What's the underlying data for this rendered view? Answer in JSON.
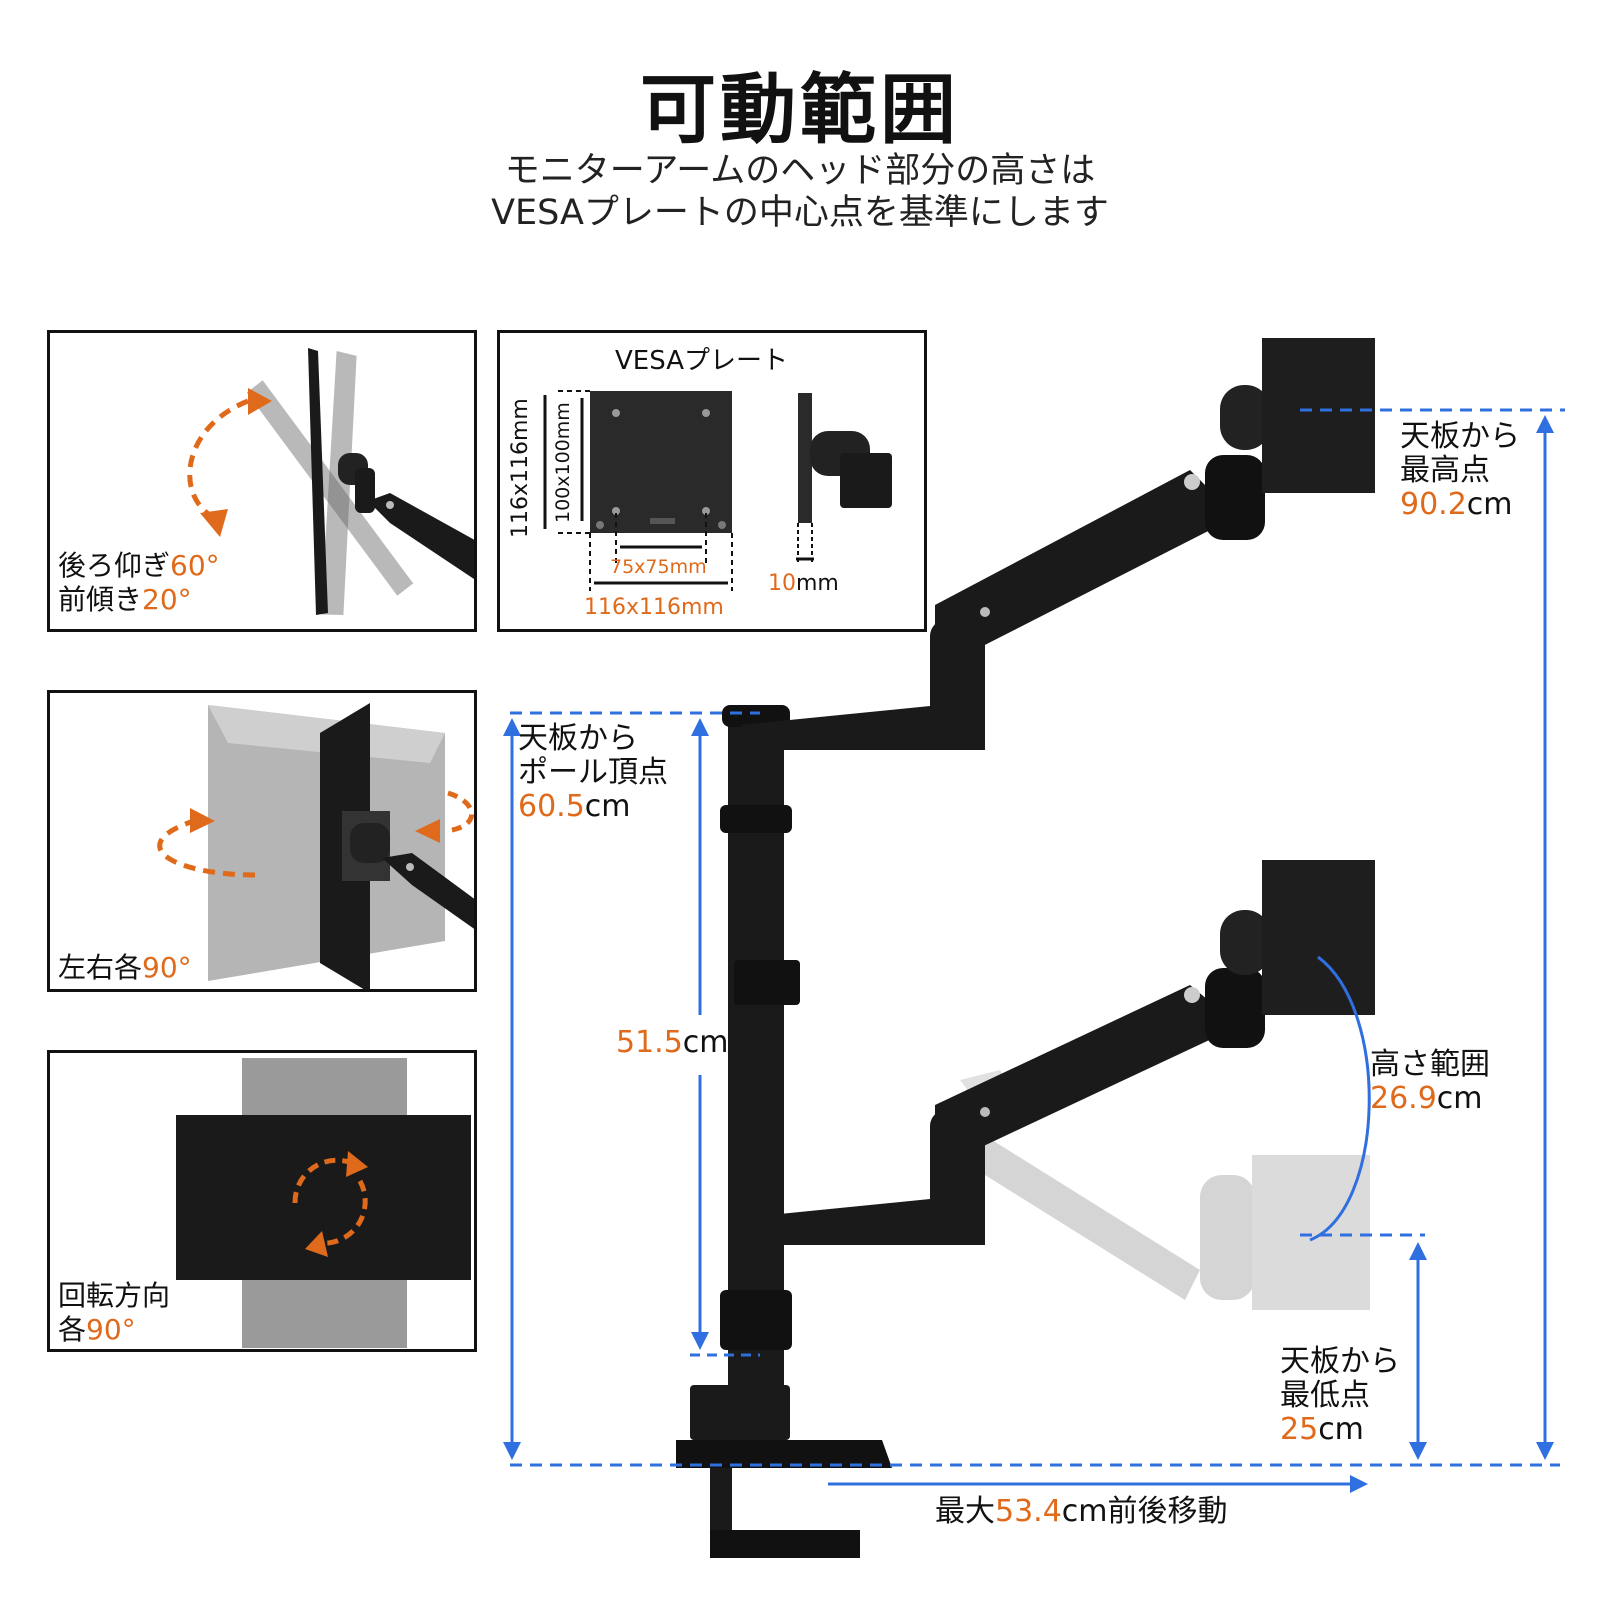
{
  "header": {
    "title": "可動範囲",
    "subtitle_line1": "モニターアームのヘッド部分の高さは",
    "subtitle_line2": "VESAプレートの中心点を基準にします"
  },
  "tilt_panel": {
    "back_label": "後ろ仰ぎ",
    "back_value": "60°",
    "front_label": "前傾き",
    "front_value": "20°"
  },
  "vesa_panel": {
    "title": "VESAプレート",
    "outer_vertical": "116x116mm",
    "inner_vertical": "100x100mm",
    "inner_horizontal": "75x75mm",
    "outer_horizontal": "116x116mm",
    "plate_depth_value": "10",
    "plate_depth_unit": "mm"
  },
  "swivel_panel": {
    "label": "左右各",
    "value": "90°"
  },
  "rotation_panel": {
    "line1": "回転方向",
    "line2_label": "各",
    "line2_value": "90°"
  },
  "measurements": {
    "pole_top": {
      "line1": "天板から",
      "line2": "ポール頂点",
      "value": "60.5",
      "unit": "cm"
    },
    "pole_height": {
      "value": "51.5",
      "unit": "cm"
    },
    "max_height": {
      "line1": "天板から",
      "line2": "最高点",
      "value": "90.2",
      "unit": "cm"
    },
    "height_range": {
      "line1": "高さ範囲",
      "value": "26.9",
      "unit": "cm"
    },
    "min_height": {
      "line1": "天板から",
      "line2": "最低点",
      "value": "25",
      "unit": "cm"
    },
    "reach": {
      "prefix": "最大",
      "value": "53.4",
      "unit": "cm",
      "suffix": "前後移動"
    }
  },
  "colors": {
    "accent": "#e06a1b",
    "dimension_line": "#2f6fe0",
    "product": "#1a1a1a"
  }
}
